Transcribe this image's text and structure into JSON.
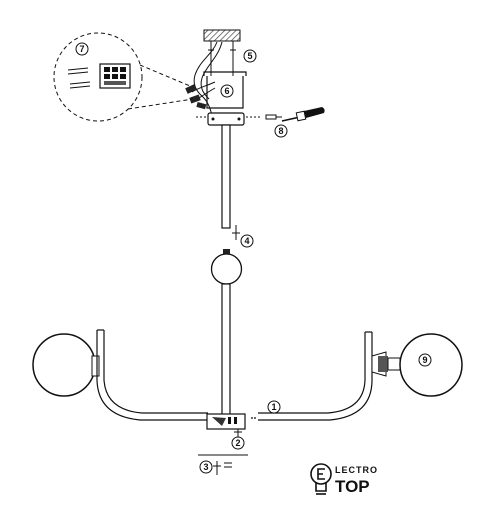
{
  "step_labels": {
    "s1": "1",
    "s2": "2",
    "s3": "3",
    "s4": "4",
    "s5": "5",
    "s6": "6",
    "s7": "7",
    "s8": "8",
    "s9": "9"
  },
  "logo": {
    "icon": "lightbulb-e-icon",
    "line1": "LECTRO",
    "line2": "TOP"
  },
  "colors": {
    "ink": "#111111",
    "hatch": "#444444"
  }
}
